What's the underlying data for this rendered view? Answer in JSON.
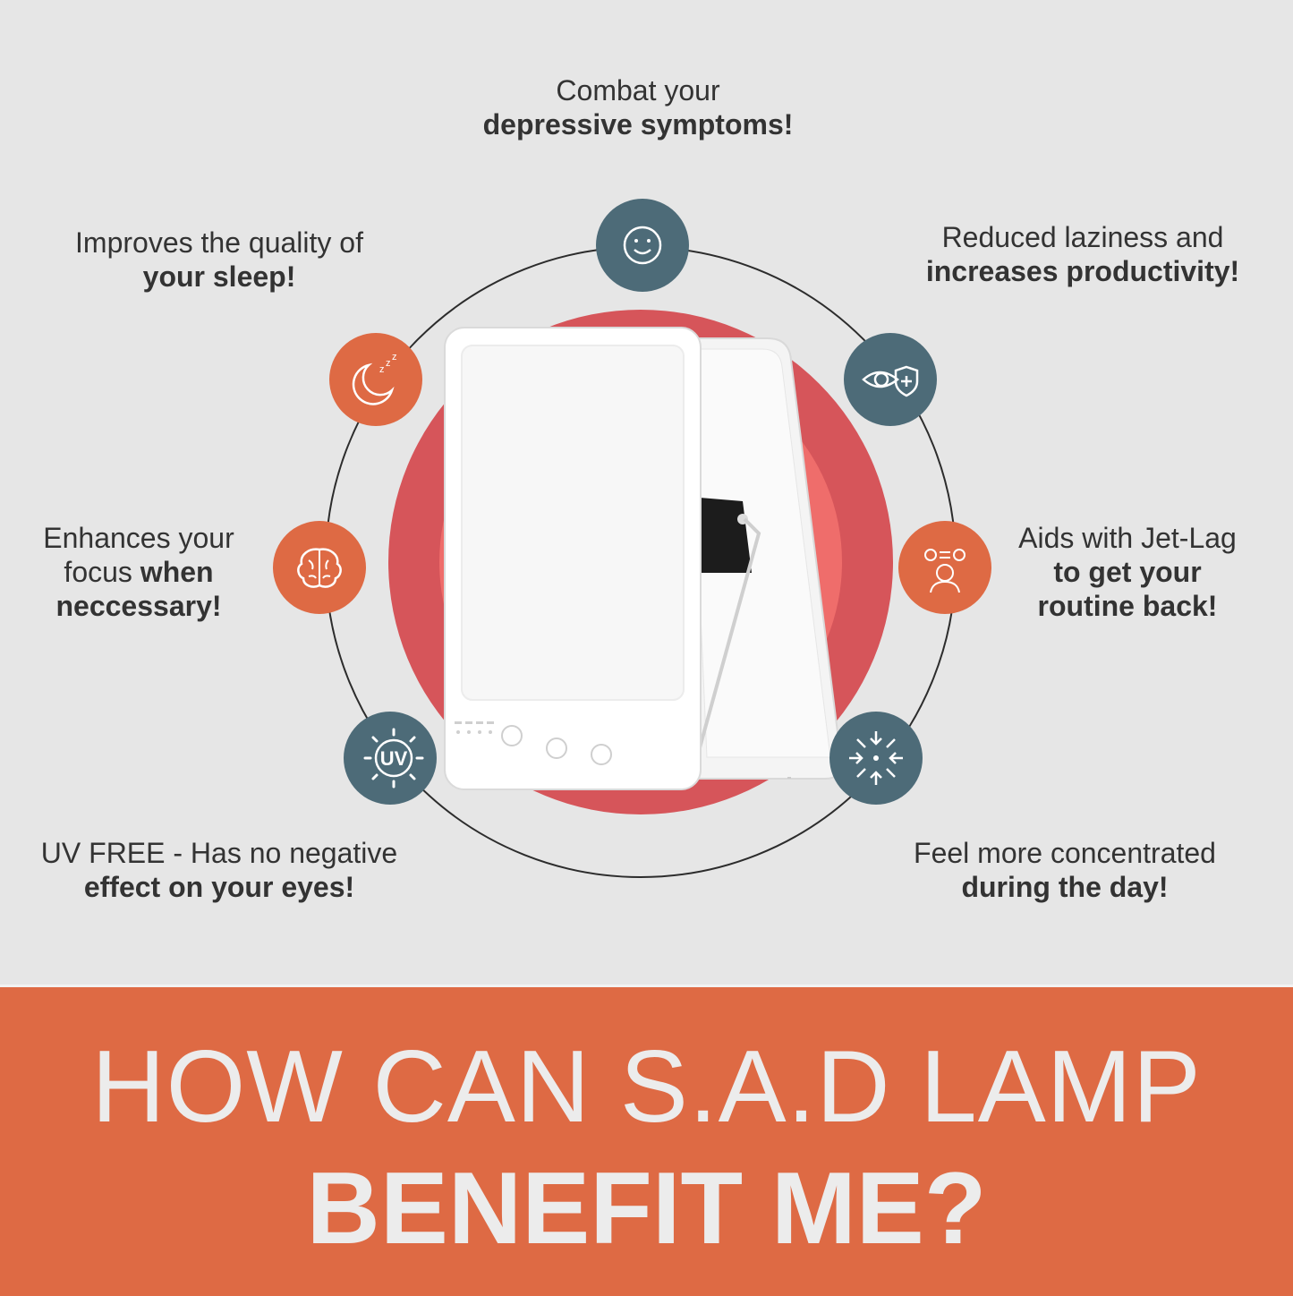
{
  "colors": {
    "blue": "#4d6b78",
    "orange": "#de6a44",
    "red_outer": "#d6555a",
    "red_inner": "#ef6d6b"
  },
  "benefits": {
    "top": {
      "light": "Combat your",
      "bold": "depressive symptoms!",
      "icon": "smile-icon"
    },
    "sleep": {
      "light": "Improves the quality of",
      "bold": "your sleep!",
      "icon": "moon-sleep-icon"
    },
    "productivity": {
      "light": "Reduced laziness and",
      "bold": "increases productivity!",
      "icon": "eye-shield-icon"
    },
    "focus": {
      "light": "Enhances your",
      "light2": "focus",
      "bold": "when",
      "bold2": "neccessary!",
      "icon": "brain-icon"
    },
    "jetlag": {
      "light": "Aids with Jet-Lag",
      "bold": "to get your",
      "bold2": "routine back!",
      "icon": "jetlag-icon"
    },
    "uv": {
      "light": "UV FREE - Has no negative",
      "bold": "effect on your eyes!",
      "icon": "uv-icon",
      "icon_text": "UV"
    },
    "concentration": {
      "light": "Feel more concentrated",
      "bold": "during the day!",
      "icon": "focus-arrows-icon"
    }
  },
  "banner": {
    "line1": "HOW CAN S.A.D LAMP",
    "line2": "BENEFIT ME?"
  }
}
